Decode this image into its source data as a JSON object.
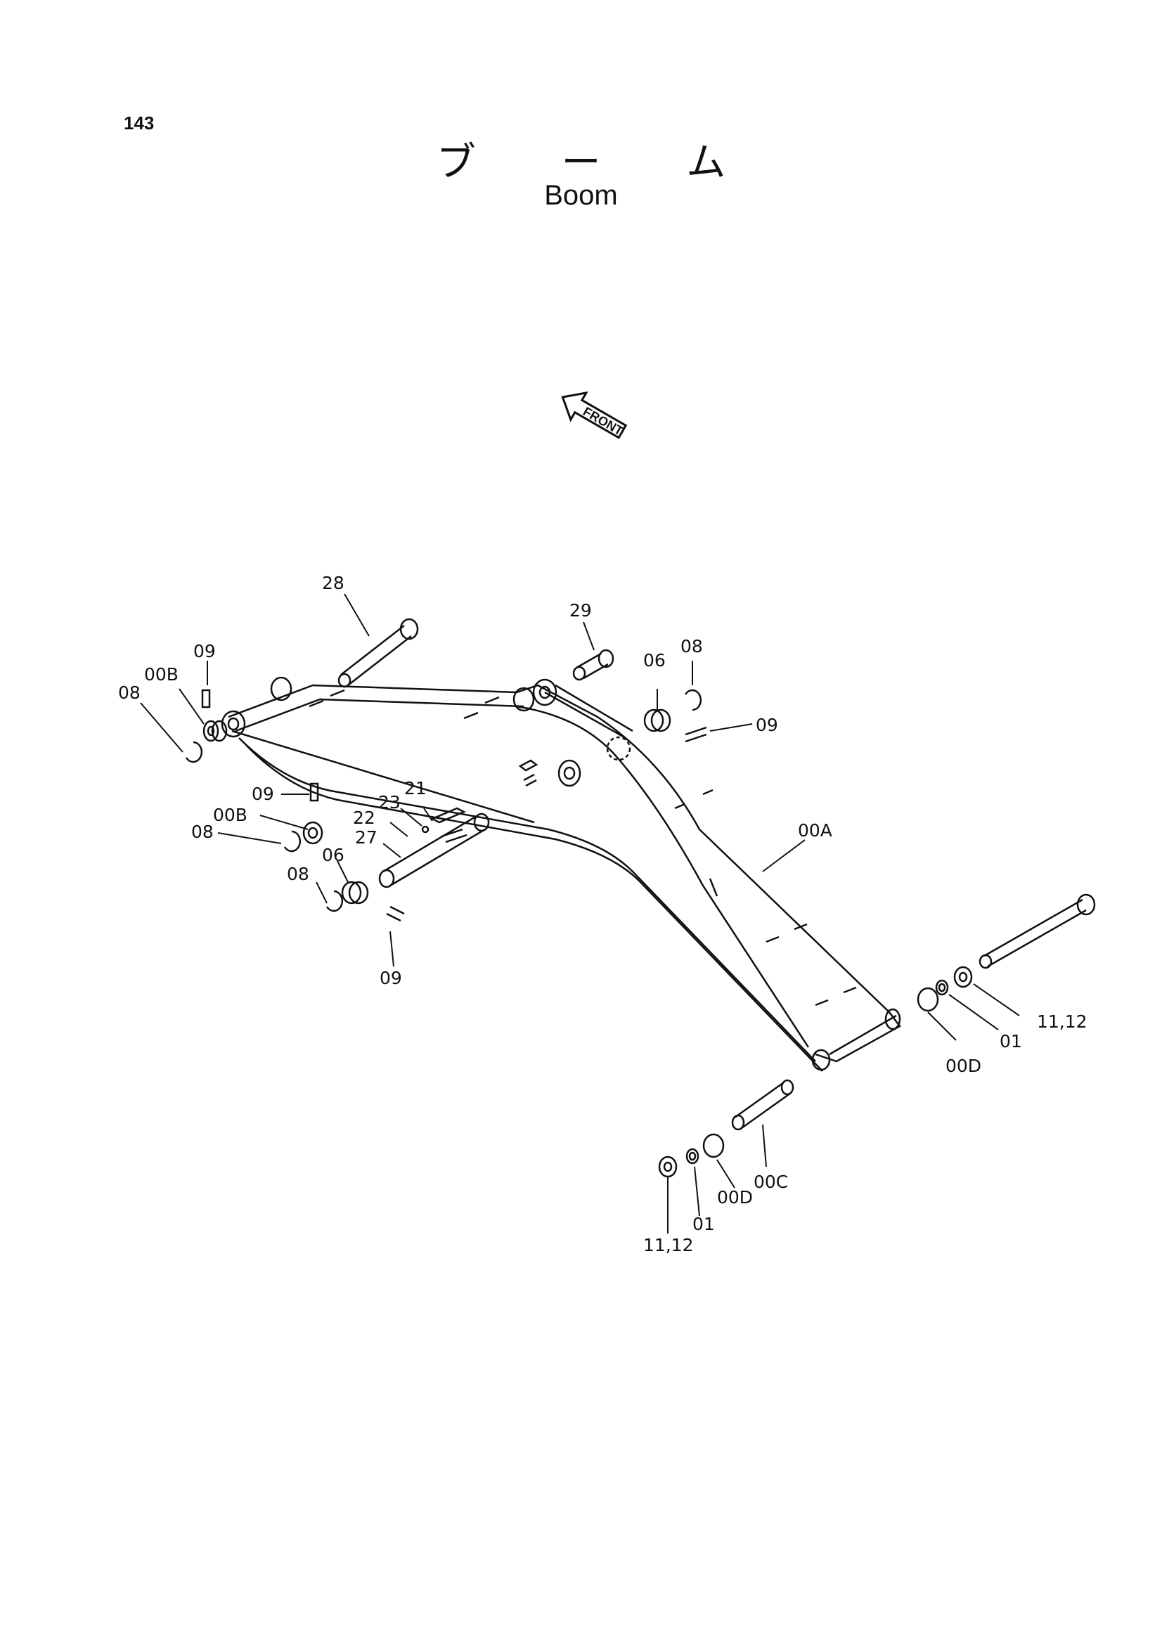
{
  "page": {
    "number": "143"
  },
  "title": {
    "japanese": "ブ ー ム",
    "english": "Boom"
  },
  "front_indicator": "FRONT",
  "callouts": [
    "28",
    "29",
    "09",
    "00B",
    "08",
    "06",
    "08",
    "09",
    "09",
    "00B",
    "08",
    "21",
    "23",
    "22",
    "27",
    "06",
    "08",
    "09",
    "00A",
    "11,12",
    "01",
    "00D",
    "00C",
    "00D",
    "01",
    "11,12"
  ]
}
